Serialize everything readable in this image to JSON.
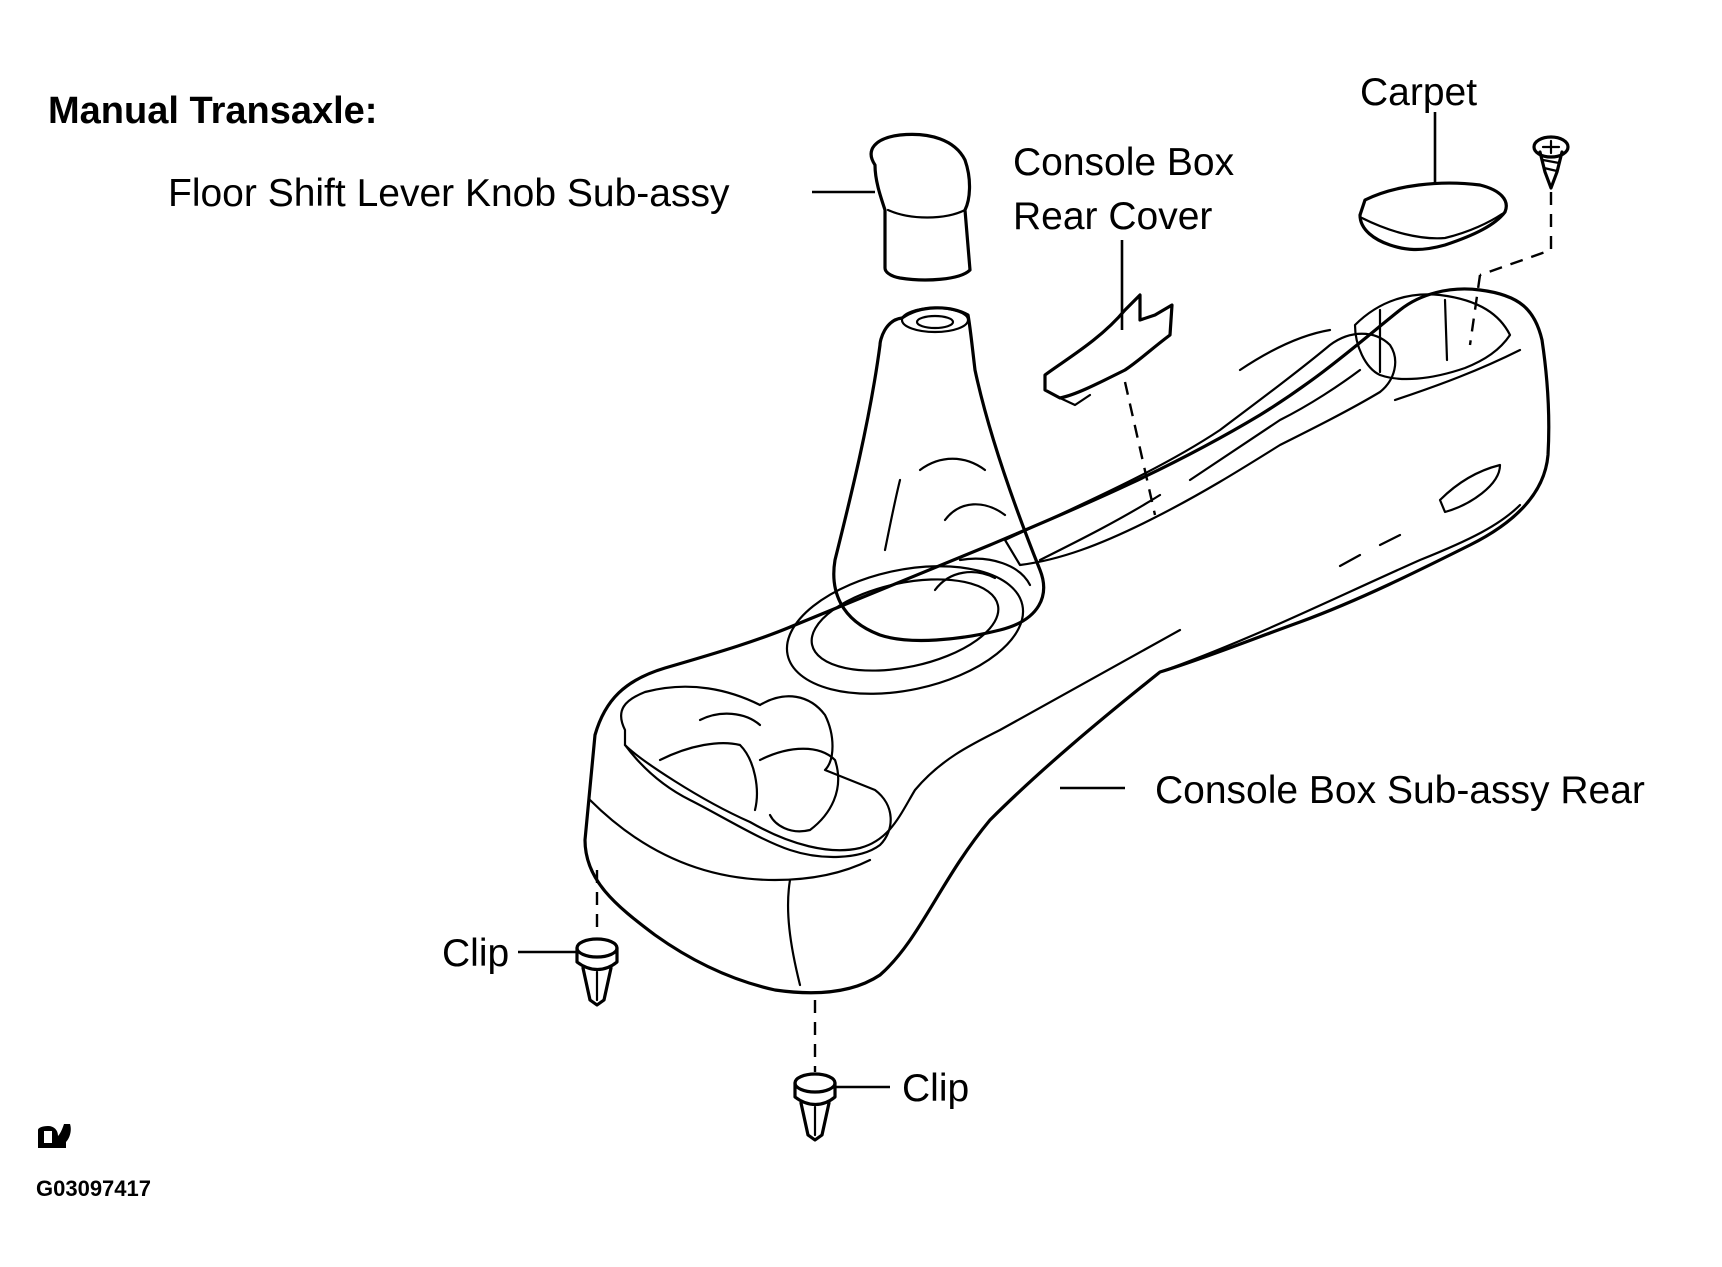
{
  "heading": "Manual Transaxle:",
  "labels": {
    "knob": "Floor Shift Lever Knob Sub-assy",
    "rear_cover_line1": "Console Box",
    "rear_cover_line2": "Rear Cover",
    "carpet": "Carpet",
    "console_box": "Console Box Sub-assy Rear",
    "clip_left": "Clip",
    "clip_bottom": "Clip"
  },
  "figure_code": "G03097417",
  "icons": {
    "corner_mark": "manual-symbol-icon",
    "screw": "screw-icon"
  }
}
